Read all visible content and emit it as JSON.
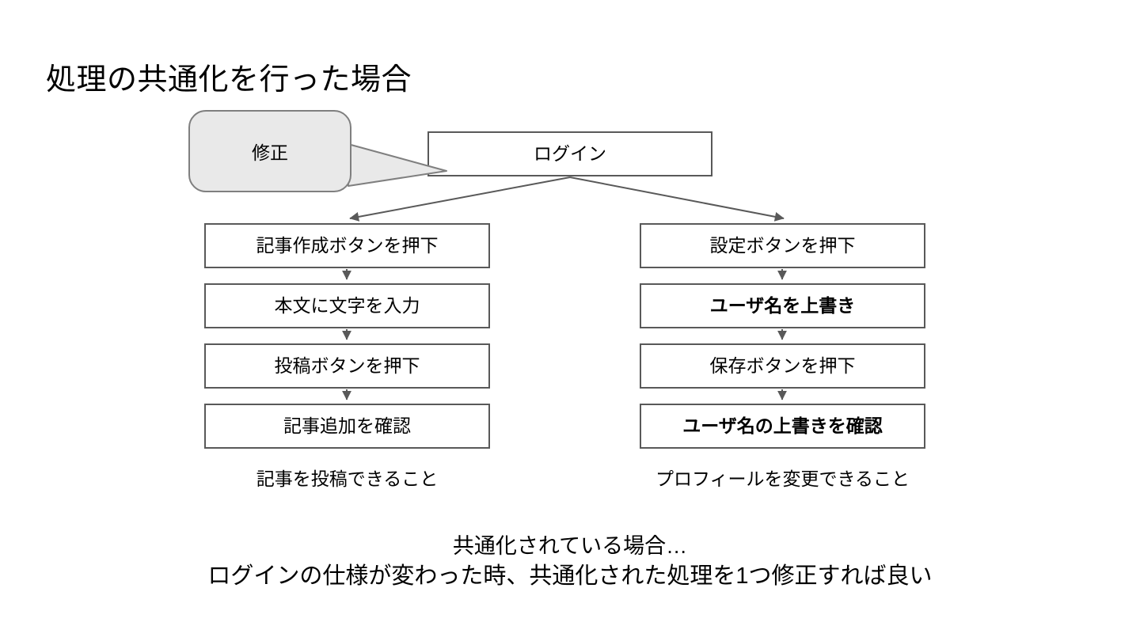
{
  "slide": {
    "title": "処理の共通化を行った場合",
    "background_color": "#ffffff",
    "box_border_color": "#595959",
    "callout_fill_color": "#e9e9e9",
    "callout_border_color": "#7f7f7f",
    "connector_color": "#595959"
  },
  "callout": {
    "label": "修正"
  },
  "root": {
    "label": "ログイン"
  },
  "columns": [
    {
      "id": "article-flow",
      "caption": "記事を投稿できること",
      "steps": [
        {
          "label": "記事作成ボタンを押下",
          "bold": false
        },
        {
          "label": "本文に文字を入力",
          "bold": false
        },
        {
          "label": "投稿ボタンを押下",
          "bold": false
        },
        {
          "label": "記事追加を確認",
          "bold": false
        }
      ]
    },
    {
      "id": "profile-flow",
      "caption": "プロフィールを変更できること",
      "steps": [
        {
          "label": "設定ボタンを押下",
          "bold": false
        },
        {
          "label": "ユーザ名を上書き",
          "bold": true
        },
        {
          "label": "保存ボタンを押下",
          "bold": false
        },
        {
          "label": "ユーザ名の上書きを確認",
          "bold": true
        }
      ]
    }
  ],
  "summary": {
    "line1": "共通化されている場合…",
    "line2": "ログインの仕様が変わった時、共通化された処理を1つ修正すれば良い"
  }
}
